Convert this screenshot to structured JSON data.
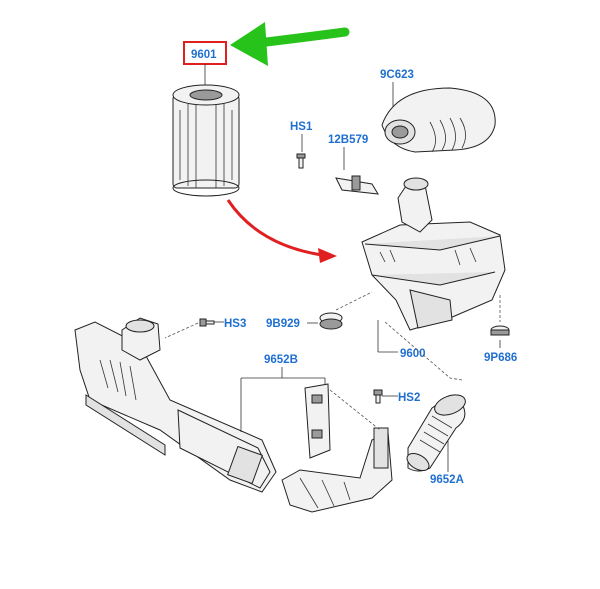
{
  "labels": {
    "p9601": "9601",
    "p9C623": "9C623",
    "pHS1": "HS1",
    "p12B579": "12B579",
    "p9B929": "9B929",
    "p9600": "9600",
    "p9P686": "9P686",
    "pHS3": "HS3",
    "p9652B": "9652B",
    "pHS2": "HS2",
    "p9652A": "9652A"
  },
  "colors": {
    "label": "#1f6fd1",
    "highlight_box": "#e02020",
    "green_arrow": "#27c21a",
    "red_arrow": "#e02020"
  }
}
